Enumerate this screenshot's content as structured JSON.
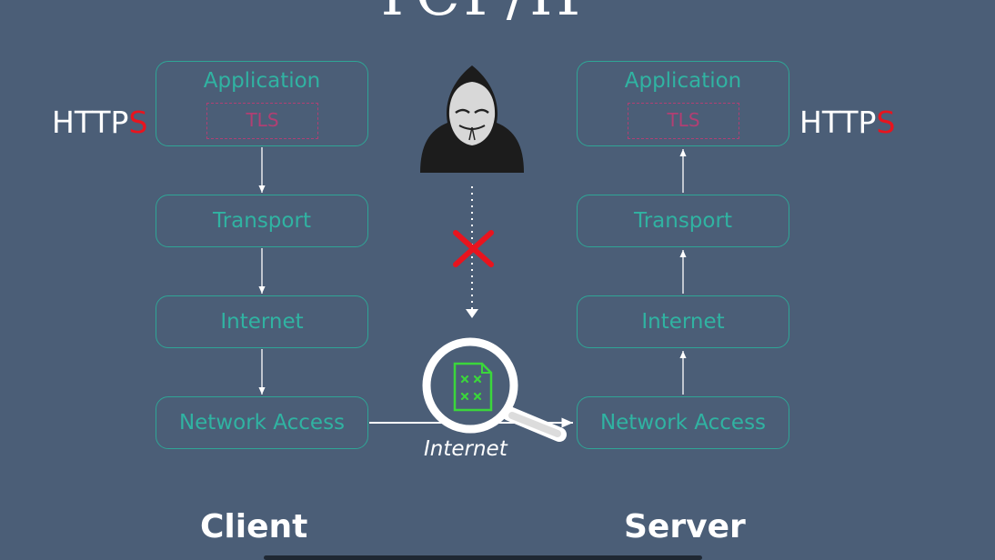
{
  "diagram": {
    "title": "TCP/IP",
    "client": {
      "label": "Client",
      "layers": [
        "Application",
        "Transport",
        "Internet",
        "Network Access"
      ],
      "tls": "TLS",
      "protocol_main": "HTTP",
      "protocol_secure": "S"
    },
    "server": {
      "label": "Server",
      "layers": [
        "Application",
        "Transport",
        "Internet",
        "Network Access"
      ],
      "tls": "TLS",
      "protocol_main": "HTTP",
      "protocol_secure": "S"
    },
    "link_label": "Internet",
    "icons": [
      "hacker-icon",
      "blocked-x-icon",
      "magnifier-icon",
      "encrypted-document-icon"
    ],
    "colors": {
      "background": "#4b5e77",
      "layer": "#2fa596",
      "tls": "#b13f73",
      "secure": "#e8141e",
      "encrypted": "#3bd63b"
    }
  }
}
